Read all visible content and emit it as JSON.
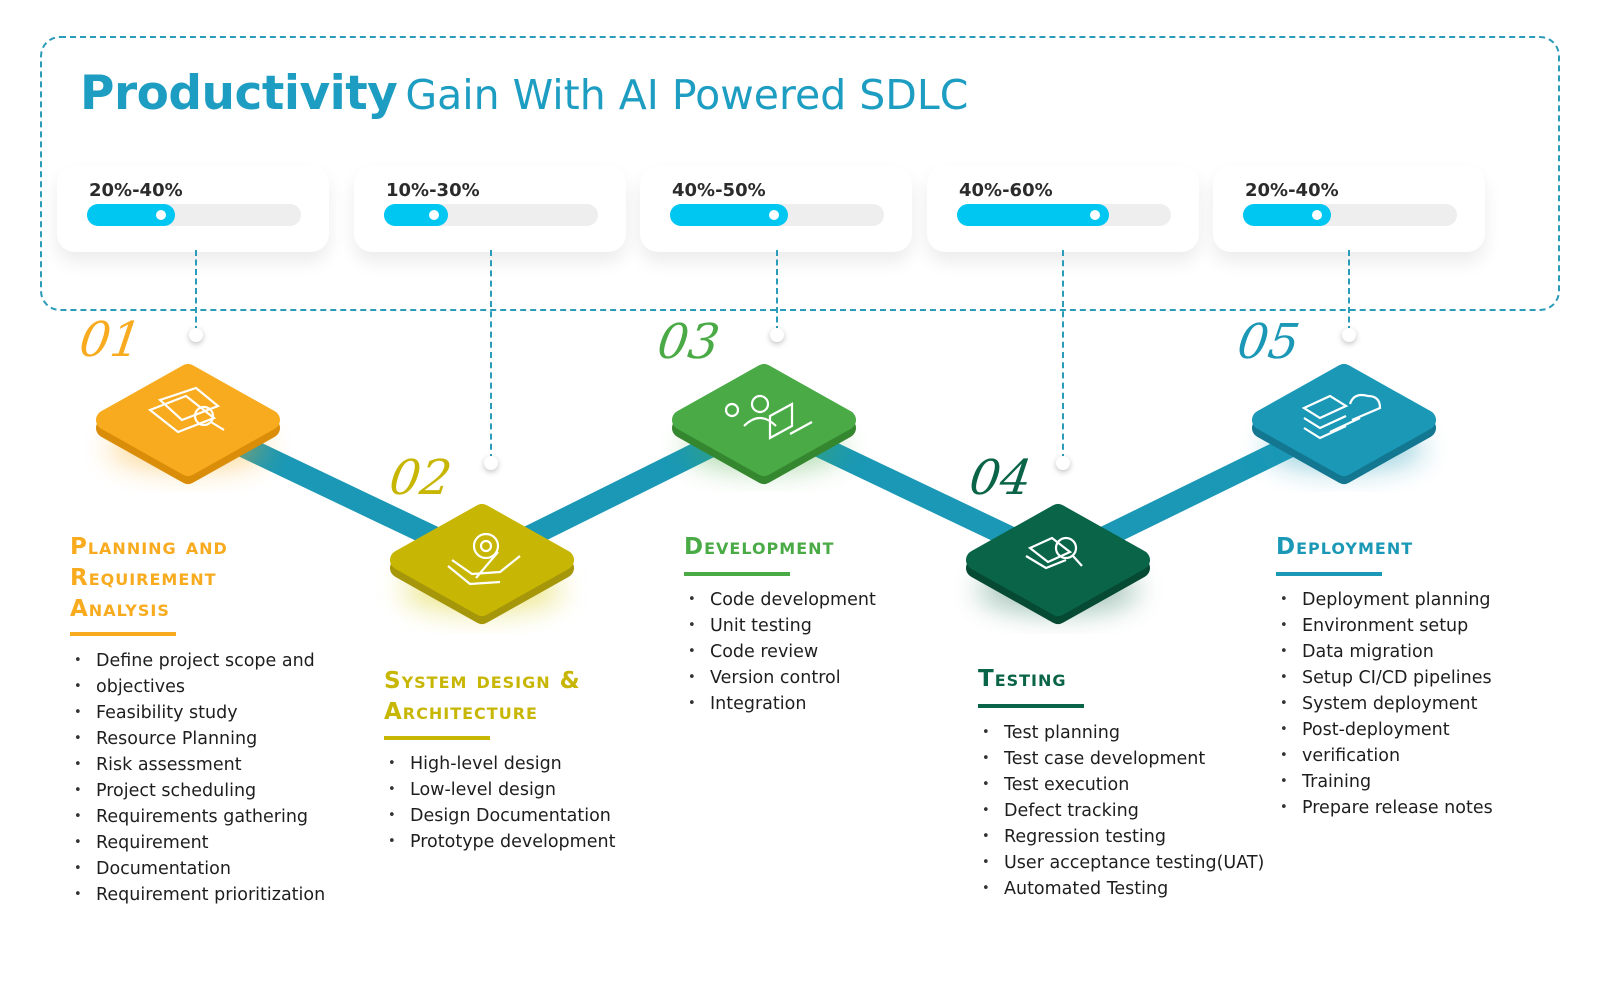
{
  "title": {
    "bold": "Productivity",
    "light": "Gain With AI Powered SDLC"
  },
  "colors": {
    "accent": "#1d9dc1",
    "bar": "#00c6f2",
    "connector": "#1a98b6"
  },
  "stages": [
    {
      "number": "01",
      "percent_label": "20%-40%",
      "bar_fill": 0.41,
      "title_lines": [
        "Planning and",
        "Requirement",
        "Analysis"
      ],
      "color": "#f8ab1e",
      "icon": "document-search-icon",
      "items": [
        "Define project scope and",
        "objectives",
        "Feasibility study",
        "Resource Planning",
        "Risk assessment",
        "Project scheduling",
        "Requirements gathering",
        "Requirement",
        "Documentation",
        "Requirement prioritization"
      ]
    },
    {
      "number": "02",
      "percent_label": "10%-30%",
      "bar_fill": 0.3,
      "title_lines": [
        "System design &",
        "Architecture"
      ],
      "color": "#c8b604",
      "icon": "design-gear-hand-icon",
      "items": [
        "High-level design",
        "Low-level design",
        "Design Documentation",
        "Prototype development"
      ]
    },
    {
      "number": "03",
      "percent_label": "40%-50%",
      "bar_fill": 0.55,
      "title_lines": [
        "Development"
      ],
      "color": "#4aab46",
      "icon": "developer-laptop-icon",
      "items": [
        "Code development",
        "Unit testing",
        "Code review",
        "Version control",
        "Integration"
      ]
    },
    {
      "number": "04",
      "percent_label": "40%-60%",
      "bar_fill": 0.71,
      "title_lines": [
        "Testing"
      ],
      "color": "#0a6447",
      "icon": "test-checklist-search-icon",
      "items": [
        "Test planning",
        "Test case development",
        "Test execution",
        "Defect tracking",
        "Regression testing",
        "User acceptance testing(UAT)",
        "Automated Testing"
      ]
    },
    {
      "number": "05",
      "percent_label": "20%-40%",
      "bar_fill": 0.41,
      "title_lines": [
        "Deployment"
      ],
      "color": "#1a98b6",
      "icon": "server-cloud-icon",
      "items": [
        "Deployment planning",
        "Environment setup",
        "Data migration",
        "Setup CI/CD pipelines",
        "System deployment",
        "Post-deployment",
        "verification",
        "Training",
        "Prepare release notes"
      ]
    }
  ]
}
